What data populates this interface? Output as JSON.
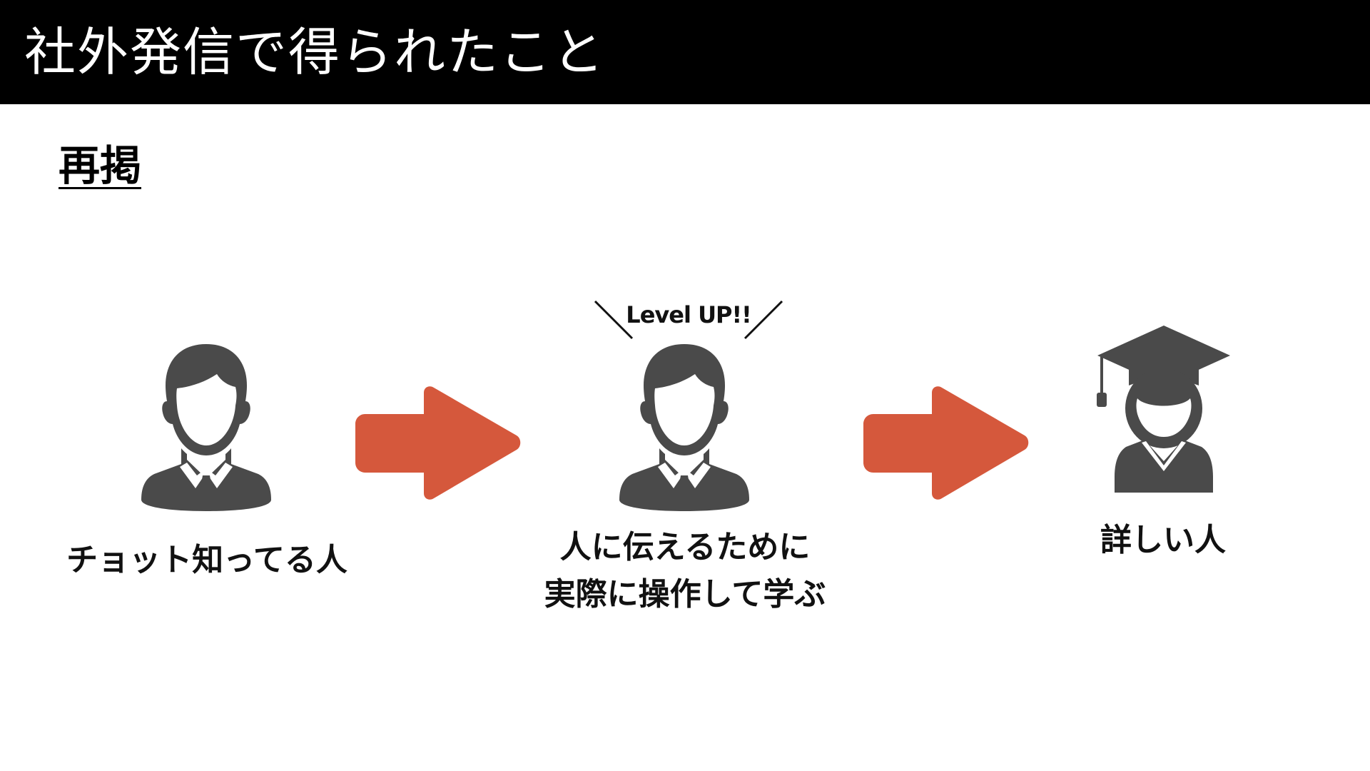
{
  "slide": {
    "title": "社外発信で得られたこと",
    "section_label": "再掲"
  },
  "steps": [
    {
      "icon": "businessman-icon",
      "caption_lines": [
        "チョット知ってる人"
      ]
    },
    {
      "icon": "businessman-icon",
      "badge": "Level UP!!",
      "caption_lines": [
        "人に伝えるために",
        "実際に操作して学ぶ"
      ]
    },
    {
      "icon": "graduate-icon",
      "caption_lines": [
        "詳しい人"
      ]
    }
  ],
  "arrows": [
    {
      "icon": "right-arrow-icon"
    },
    {
      "icon": "right-arrow-icon"
    }
  ],
  "colors": {
    "title_bar_bg": "#000000",
    "title_text": "#ffffff",
    "icon_gray": "#4a4a4a",
    "arrow_orange": "#d5583c"
  }
}
